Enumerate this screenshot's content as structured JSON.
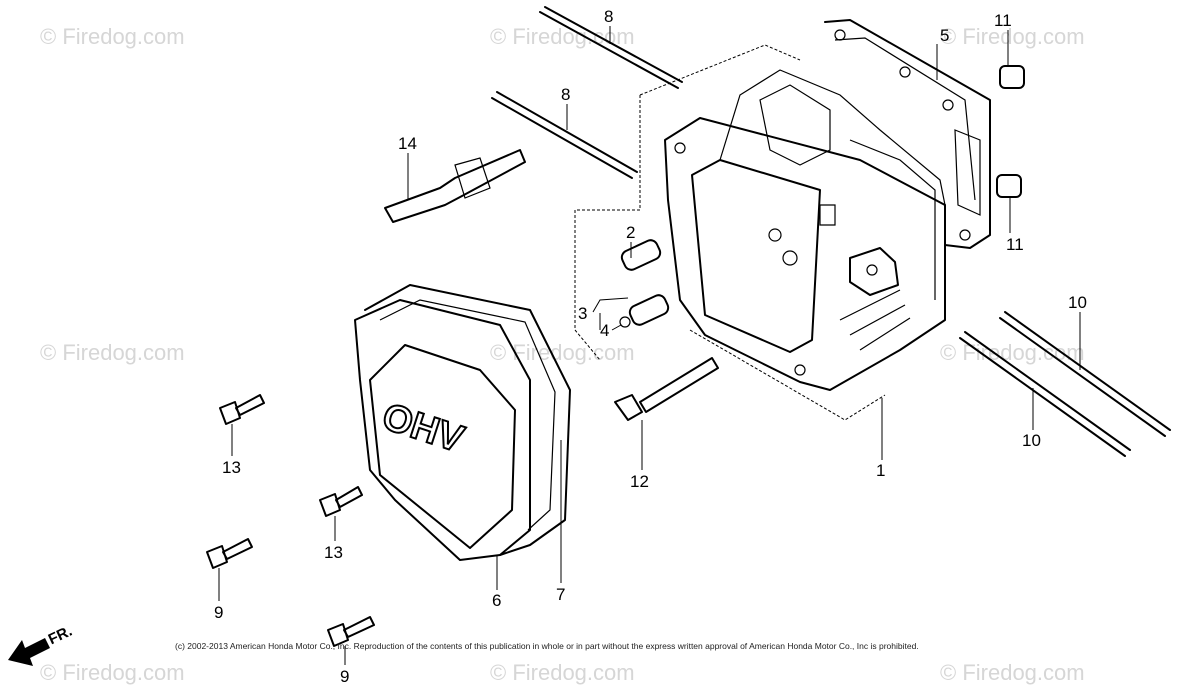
{
  "watermark": "© Firedog.com",
  "copyright": "(c) 2002-2013 American Honda Motor Co., Inc. Reproduction of the contents of this publication in whole or in part without the express written approval of American Honda Motor Co., Inc is prohibited.",
  "direction_label": "FR.",
  "cover_text": "OHV",
  "callouts": {
    "c1": "1",
    "c2": "2",
    "c3": "3",
    "c4": "4",
    "c5": "5",
    "c6": "6",
    "c7": "7",
    "c8a": "8",
    "c8b": "8",
    "c9a": "9",
    "c9b": "9",
    "c10a": "10",
    "c10b": "10",
    "c11a": "11",
    "c11b": "11",
    "c12": "12",
    "c13a": "13",
    "c13b": "13",
    "c14": "14"
  }
}
